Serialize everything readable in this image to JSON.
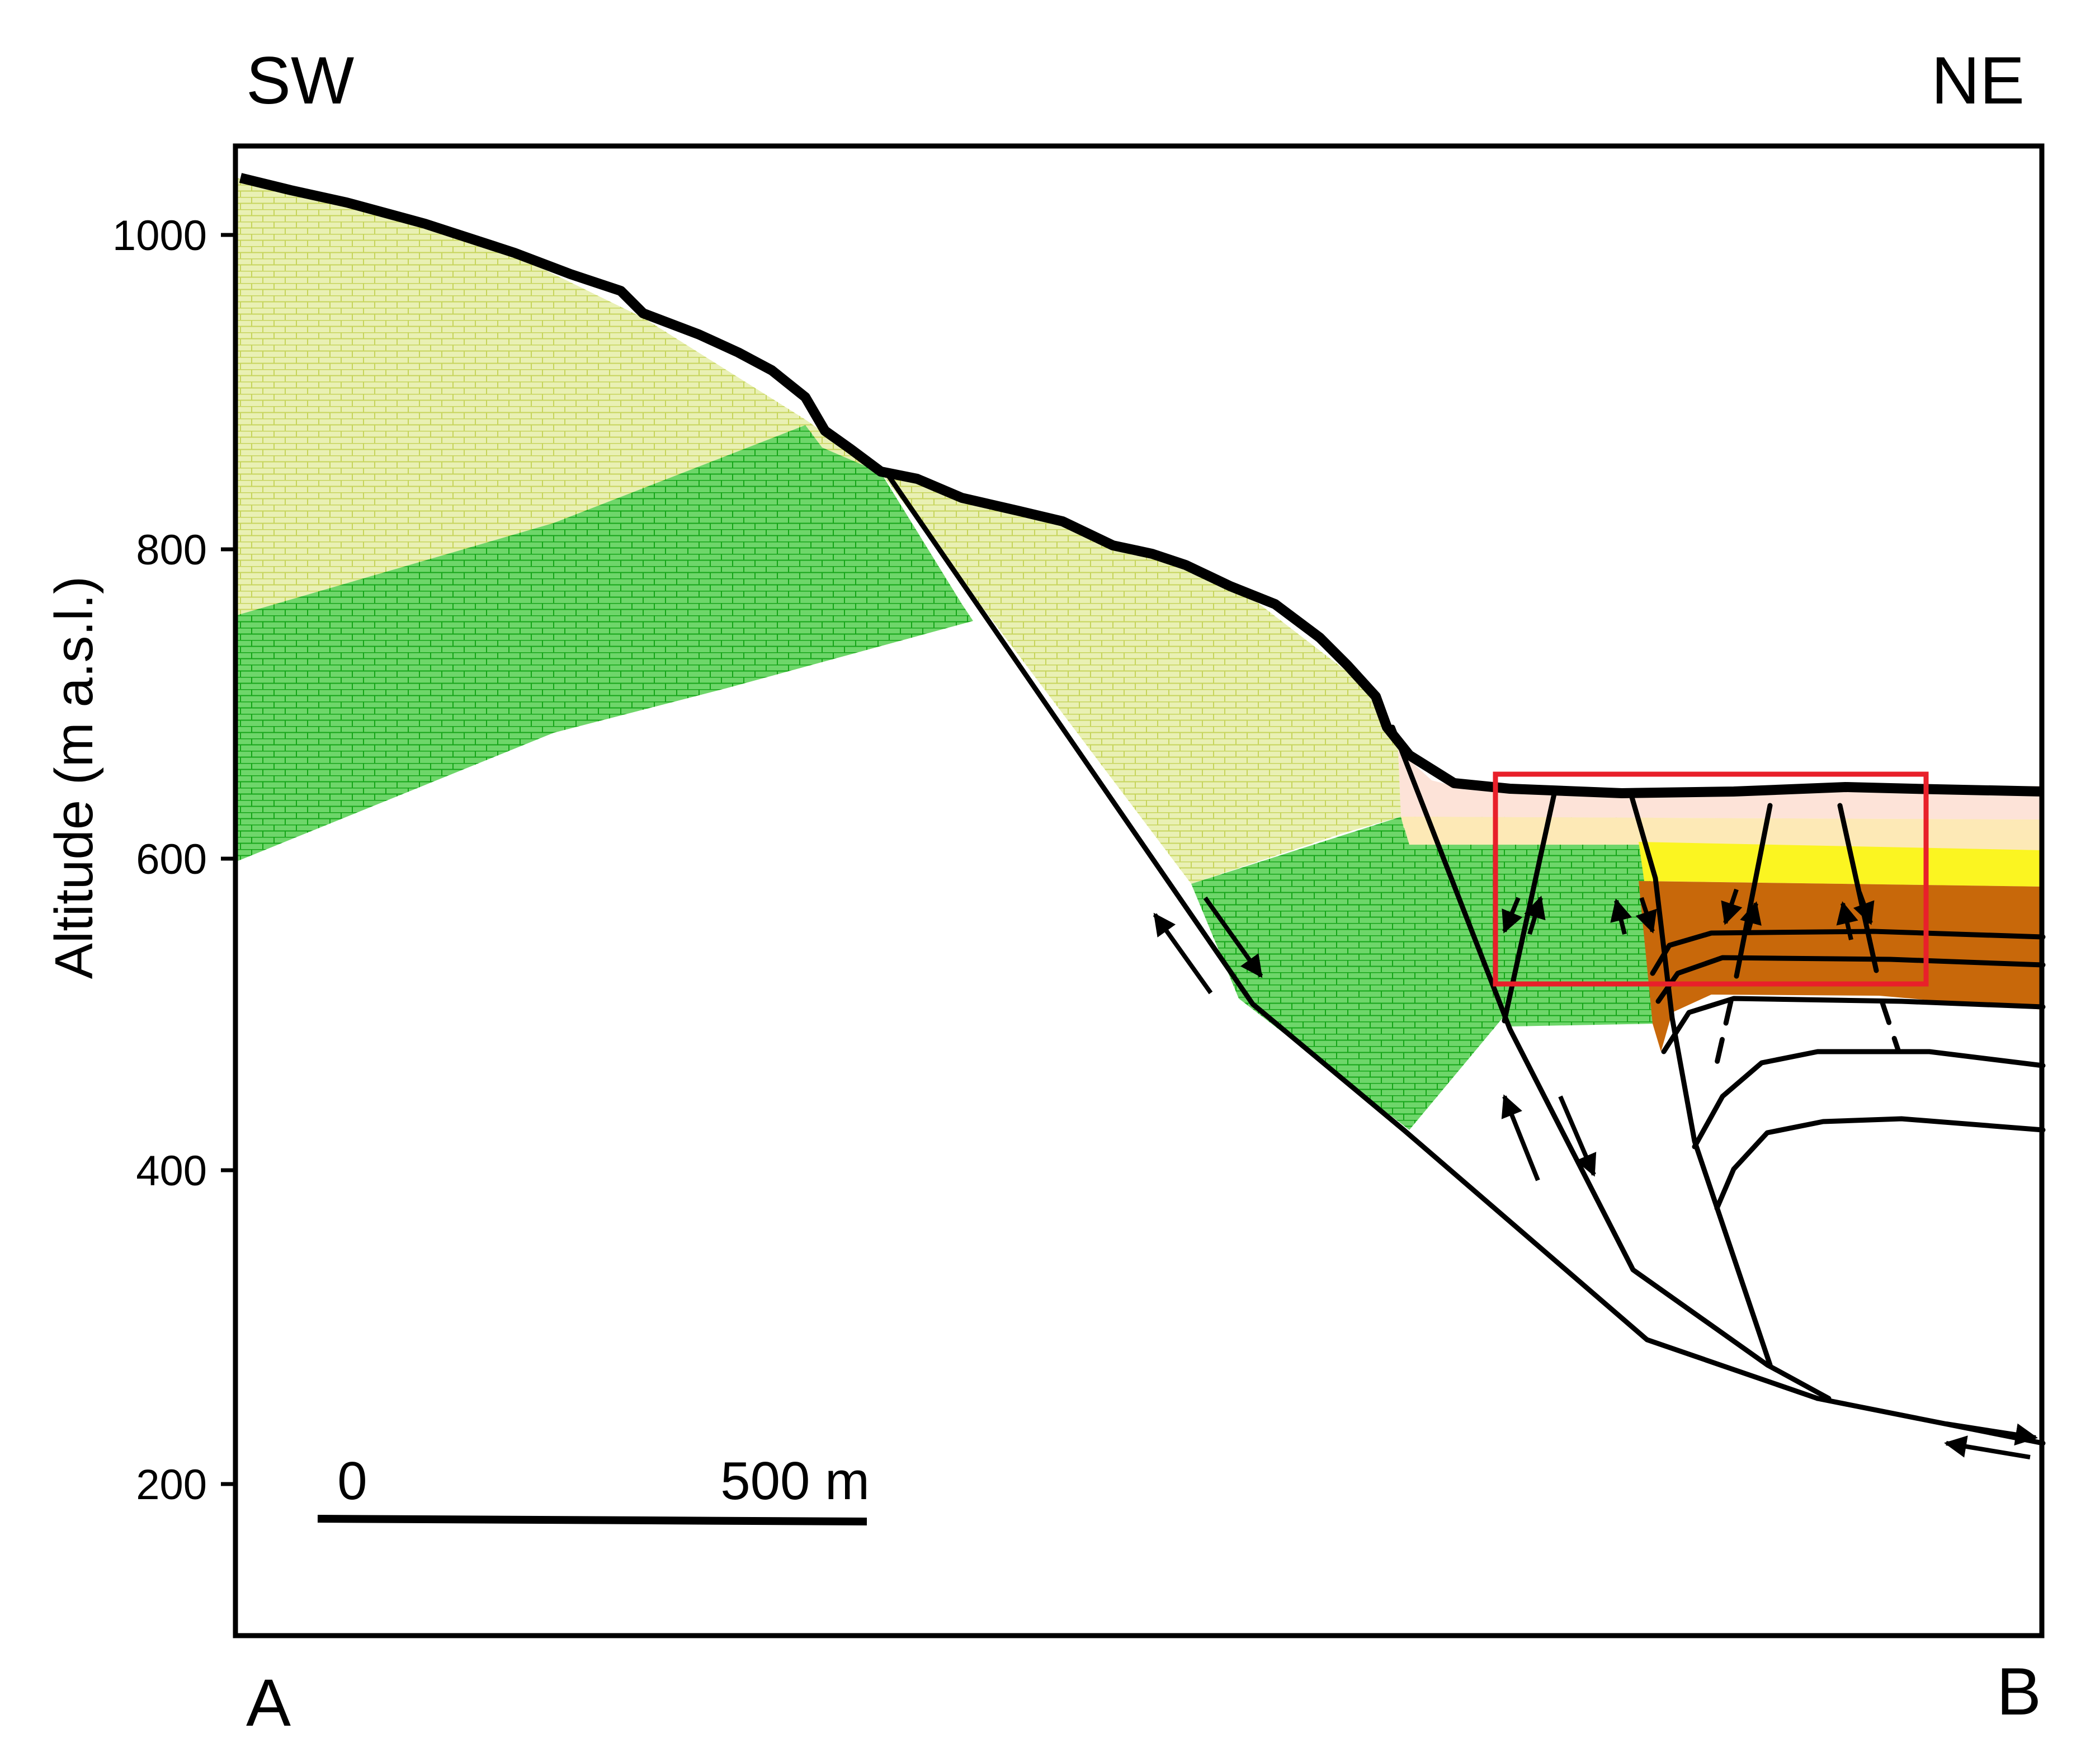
{
  "orientation": {
    "left": "SW",
    "right": "NE"
  },
  "endpoints": {
    "start": "A",
    "end": "B"
  },
  "axis": {
    "label": "Altitude (m a.s.l.)",
    "ticks": [
      "1000",
      "800",
      "600",
      "400",
      "200"
    ]
  },
  "scale_bar": {
    "start_label": "0",
    "end_label": "500 m"
  },
  "colors": {
    "upper_limestone": "#e7efb2",
    "lower_limestone": "#52c94e",
    "cover_pink": "#fde3d8",
    "cover_tan": "#fde9b6",
    "cover_yellow": "#fbf521",
    "cover_brown": "#c8680a",
    "highlight_box": "#e8202a",
    "lines": "#000000"
  },
  "fault_motion_icons": [
    "normal-fault-arrow-pair",
    "reverse-fault-arrow-pair",
    "detachment-arrow-pair"
  ]
}
